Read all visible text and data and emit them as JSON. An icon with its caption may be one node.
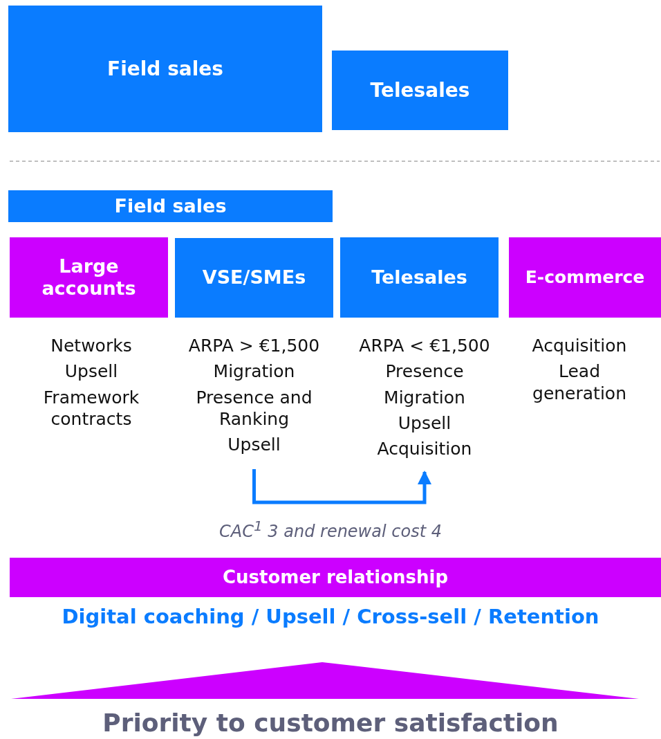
{
  "diagram": {
    "nodes": [
      {
        "text": [
          "Field sales"
        ]
      },
      {
        "text": [
          "Telesales"
        ]
      },
      {
        "text": [
          "Field sales"
        ]
      },
      {
        "text": [
          "Large accounts"
        ]
      },
      {
        "text": [
          "VSE/SMEs"
        ]
      },
      {
        "text": [
          "Telesales"
        ]
      },
      {
        "text": [
          "E-commerce"
        ]
      },
      {
        "text": [
          "Networks",
          "Upsell",
          "Framework contracts"
        ]
      },
      {
        "text": [
          "ARPA > €1,500",
          "Migration",
          "Presence and Ranking",
          "Upsell"
        ]
      },
      {
        "text": [
          "ARPA < €1,500",
          "Presence",
          "Migration",
          "Upsell",
          "Acquisition"
        ]
      },
      {
        "text": [
          "Acquisition",
          "Lead generation"
        ]
      },
      {
        "text": [
          "Customer relationship"
        ]
      },
      {
        "text": [],
        "shape": "triangle"
      }
    ],
    "edges": [
      {
        "from": 8,
        "to": 9,
        "arrow": "to"
      }
    ],
    "labels": [
      "CAC$^{1}$ 3 and renewal cost 4",
      "Digital coaching / Upsell / Cross-sell / Retention",
      "Priority to customer satisfaction"
    ]
  }
}
